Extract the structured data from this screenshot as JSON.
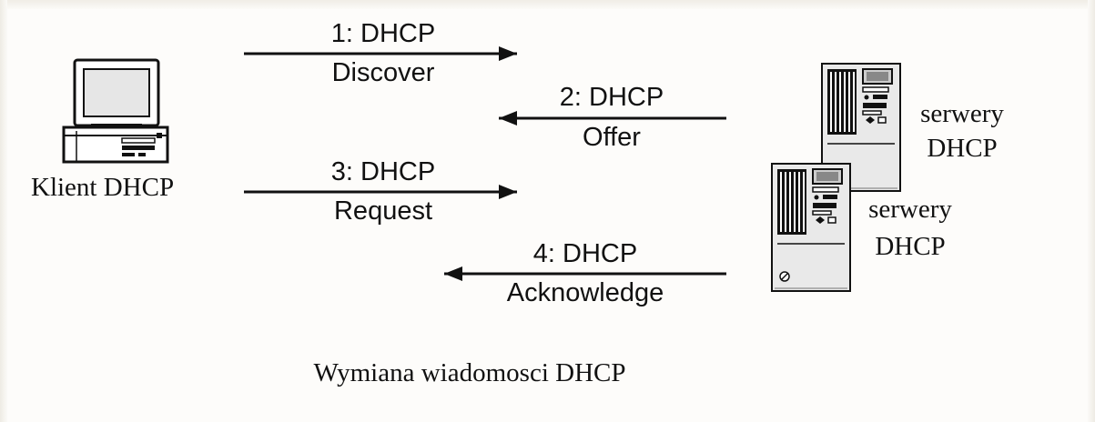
{
  "client": {
    "label": "Klient DHCP"
  },
  "messages": [
    {
      "number": "1: DHCP",
      "name": "Discover",
      "direction": "client-to-server"
    },
    {
      "number": "2: DHCP",
      "name": "Offer",
      "direction": "server-to-client"
    },
    {
      "number": "3: DHCP",
      "name": "Request",
      "direction": "client-to-server"
    },
    {
      "number": "4: DHCP",
      "name": "Acknowledge",
      "direction": "server-to-client"
    }
  ],
  "servers": [
    {
      "line1": "serwery",
      "line2": "DHCP"
    },
    {
      "line1": "serwery",
      "line2": "DHCP"
    }
  ],
  "caption": "Wymiana wiadomosci DHCP",
  "colors": {
    "background": "#fdfcfa",
    "ink": "#111111",
    "server_panel": "#e9e9e9"
  }
}
